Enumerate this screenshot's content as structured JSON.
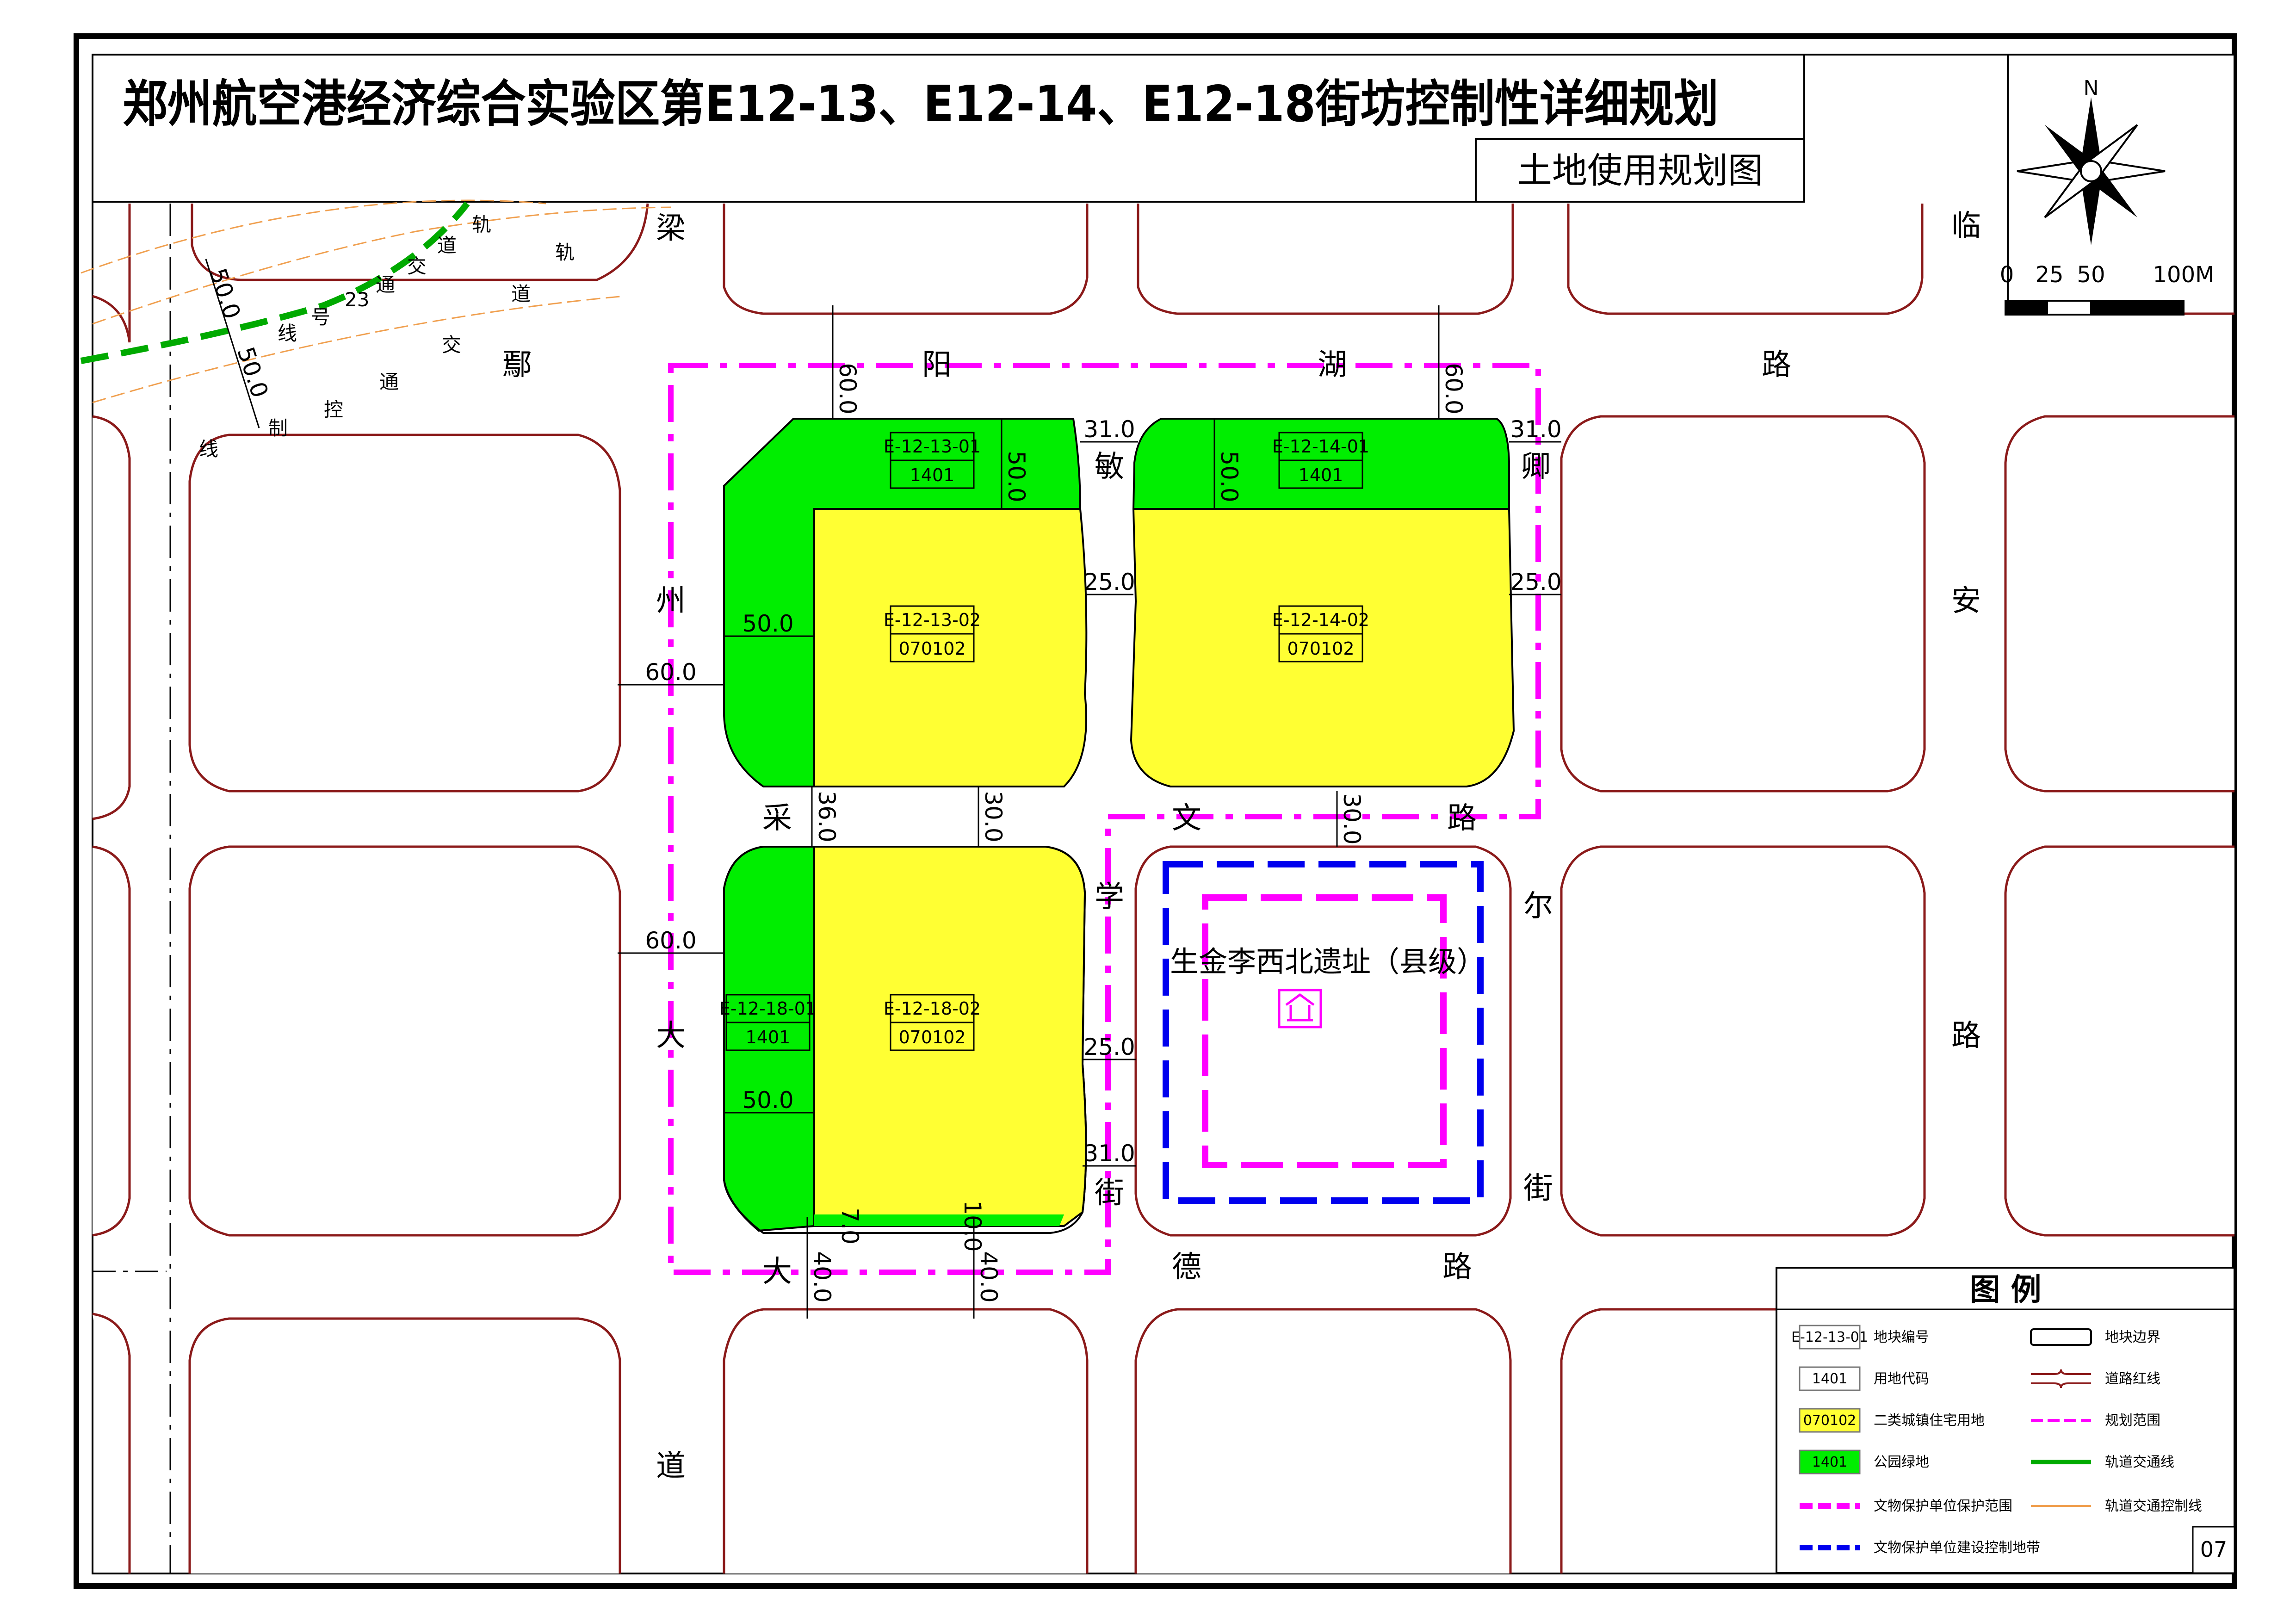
{
  "title": {
    "main": "郑州航空港经济综合实验区第E12-13、E12-14、E12-18街坊控制性详细规划",
    "sub": "土地使用规划图"
  },
  "compass": {
    "north": "N"
  },
  "scale_bar": {
    "labels": [
      "0",
      "25",
      "50",
      "100M"
    ]
  },
  "sheet_number": "07",
  "colors": {
    "residential": "#ffff33",
    "park": "#00ee00",
    "road_redline": "#8b1a1a",
    "protection_range": "#ff00ff",
    "construction_zone": "#0000ee",
    "rail_line": "#00aa00",
    "rail_control": "#f5a040"
  },
  "roads": {
    "liangyang": [
      "梁",
      "阳",
      "湖",
      "路"
    ],
    "zhouda": [
      "州",
      "大",
      "道"
    ],
    "minqing": [
      "敏",
      "卿"
    ],
    "lin_an": [
      "临",
      "安",
      "路"
    ],
    "caiwen": [
      "采",
      "文",
      "路"
    ],
    "xuede": [
      "学",
      "德",
      "路"
    ],
    "erjie": [
      "尔",
      "街"
    ],
    "jie2": [
      "街"
    ],
    "da2": [
      "大"
    ],
    "yan": [
      "鄢"
    ],
    "rail": [
      "轨",
      "道",
      "交",
      "通",
      "23",
      "号",
      "线"
    ],
    "rail_ctrl": [
      "轨",
      "道",
      "交",
      "通",
      "控",
      "制",
      "线"
    ]
  },
  "parcels": [
    {
      "id": "E-12-13-01",
      "code": "1401"
    },
    {
      "id": "E-12-13-02",
      "code": "070102"
    },
    {
      "id": "E-12-14-01",
      "code": "1401"
    },
    {
      "id": "E-12-14-02",
      "code": "070102"
    },
    {
      "id": "E-12-18-01",
      "code": "1401"
    },
    {
      "id": "E-12-18-02",
      "code": "070102"
    }
  ],
  "dimensions": {
    "d60_top1": "60.0",
    "d60_top2": "60.0",
    "d50_a": "50.0",
    "d50_b": "50.0",
    "d31_a": "31.0",
    "d31_b": "31.0",
    "d25_a": "25.0",
    "d25_b": "25.0",
    "d50_c": "50.0",
    "d60_left1": "60.0",
    "d36": "36.0",
    "d30_a": "30.0",
    "d30_b": "30.0",
    "d60_left2": "60.0",
    "d25_c": "25.0",
    "d50_d": "50.0",
    "d31_c": "31.0",
    "d7": "7.0",
    "d10": "10.0",
    "d40_a": "40.0",
    "d40_b": "40.0",
    "rail_50_a": "50.0",
    "rail_50_b": "50.0"
  },
  "heritage": {
    "name": "生金李西北遗址（县级）"
  },
  "legend": {
    "title": "图    例",
    "items": [
      {
        "sample": "E-12-13-01",
        "label": "地块编号"
      },
      {
        "sample": "1401",
        "label": "用地代码"
      },
      {
        "sample": "070102",
        "label": "二类城镇住宅用地"
      },
      {
        "sample": "1401",
        "label": "公园绿地"
      },
      {
        "sample": "",
        "label": "文物保护单位保护范围"
      },
      {
        "sample": "",
        "label": "文物保护单位建设控制地带"
      },
      {
        "sample": "",
        "label": "地块边界"
      },
      {
        "sample": "",
        "label": "道路红线"
      },
      {
        "sample": "",
        "label": "规划范围"
      },
      {
        "sample": "",
        "label": "轨道交通线"
      },
      {
        "sample": "",
        "label": "轨道交通控制线"
      }
    ]
  }
}
